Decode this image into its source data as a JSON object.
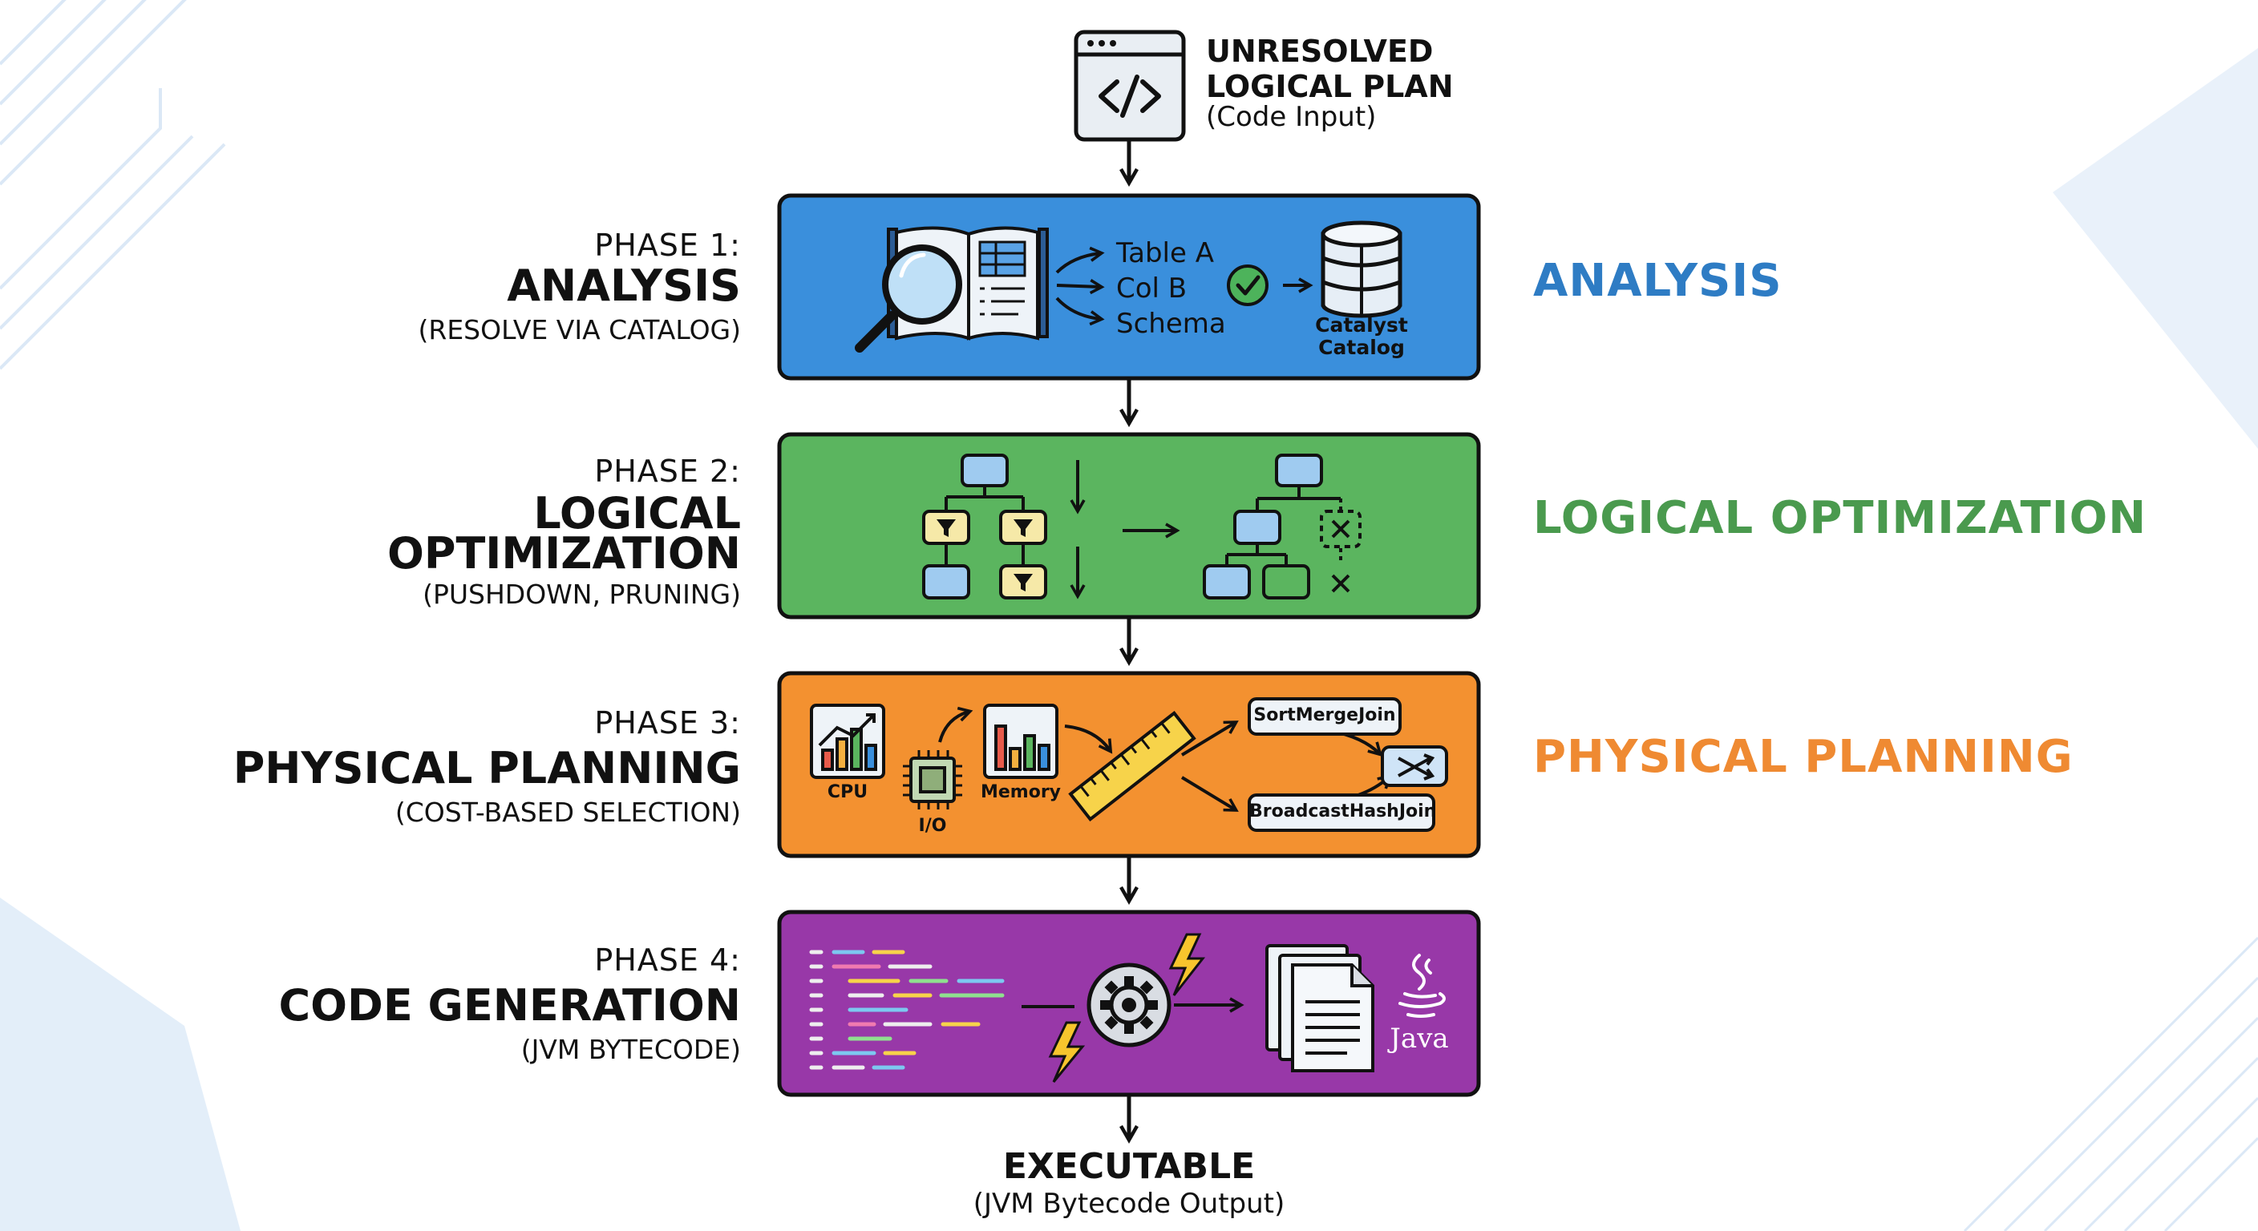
{
  "input": {
    "title_line1": "UNRESOLVED",
    "title_line2": "LOGICAL PLAN",
    "subtitle": "(Code Input)",
    "icon": "code-window-icon"
  },
  "phases": [
    {
      "number": "PHASE 1:",
      "name_lines": [
        "ANALYSIS"
      ],
      "subtitle": "(RESOLVE VIA CATALOG)",
      "right_title": "ANALYSIS",
      "color": "#3a8fdc",
      "title_color": "#2e7cc4",
      "items": [
        "Table A",
        "Col B",
        "Schema"
      ],
      "catalog_line1": "Catalyst",
      "catalog_line2": "Catalog",
      "icons": [
        "catalog-book-icon",
        "magnifier-icon",
        "check-icon",
        "database-icon"
      ]
    },
    {
      "number": "PHASE 2:",
      "name_lines": [
        "LOGICAL",
        "OPTIMIZATION"
      ],
      "subtitle": "(PUSHDOWN, PRUNING)",
      "right_title": "LOGICAL OPTIMIZATION",
      "color": "#5bb55f",
      "title_color": "#4a9a4e",
      "icons": [
        "plan-tree-icon",
        "filter-icon",
        "pruned-node-icon"
      ]
    },
    {
      "number": "PHASE 3:",
      "name_lines": [
        "PHYSICAL PLANNING"
      ],
      "subtitle": "(COST-BASED SELECTION)",
      "right_title": "PHYSICAL PLANNING",
      "color": "#f39130",
      "title_color": "#ef8a32",
      "labels": {
        "cpu": "CPU",
        "io": "I/O",
        "memory": "Memory"
      },
      "joins": [
        "SortMergeJoin",
        "BroadcastHashJoin"
      ],
      "icons": [
        "cpu-chart-icon",
        "chip-icon",
        "memory-chart-icon",
        "ruler-icon",
        "shuffle-icon"
      ]
    },
    {
      "number": "PHASE 4:",
      "name_lines": [
        "CODE GENERATION"
      ],
      "subtitle": "(JVM BYTECODE)",
      "right_title": "",
      "color": "#9838a8",
      "java_label": "Java",
      "icons": [
        "code-lines-icon",
        "gear-icon",
        "lightning-icon",
        "documents-icon",
        "java-icon"
      ]
    }
  ],
  "output": {
    "title": "EXECUTABLE",
    "subtitle": "(JVM Bytecode Output)"
  }
}
